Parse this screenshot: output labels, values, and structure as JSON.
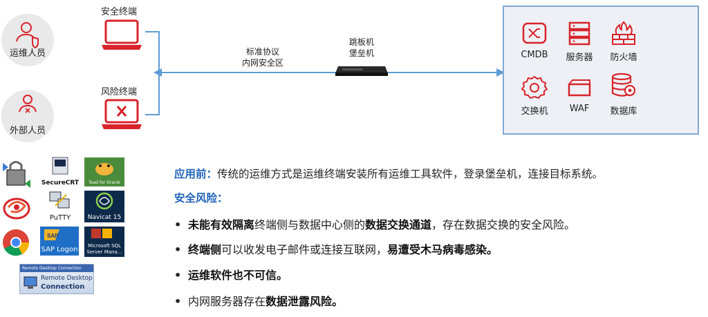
{
  "people": {
    "ops": "运维人员",
    "external": "外部人员"
  },
  "terminals": {
    "secure": "安全终端",
    "risk": "风险终端"
  },
  "link": {
    "line1": "标准协议",
    "line2": "内网安全区"
  },
  "jump_server": {
    "line1": "跳板机",
    "line2": "堡垒机"
  },
  "datacenter": {
    "items": [
      {
        "label": "CMDB",
        "icon": "cmdb-icon"
      },
      {
        "label": "服务器",
        "icon": "server-icon"
      },
      {
        "label": "防火墙",
        "icon": "firewall-icon"
      },
      {
        "label": "交换机",
        "icon": "switch-icon"
      },
      {
        "label": "WAF",
        "icon": "waf-icon"
      },
      {
        "label": "数据库",
        "icon": "database-icon"
      }
    ]
  },
  "software": {
    "securecrt": "SecureCRT",
    "toad": "Toad for Oracle",
    "putty": "PuTTY",
    "navicat": "Navicat 15",
    "sap": "SAP Logon",
    "mssql_1": "Microsoft SQL",
    "mssql_2": "Server Mana...",
    "rdc_title": "Remote Desktop Connection",
    "rdc_1": "Remote Desktop",
    "rdc_2": "Connection"
  },
  "text": {
    "before_label": "应用前：",
    "before_body": "传统的运维方式是运维终端安装所有运维工具软件，登录堡垒机，连接目标系统。",
    "risk_title": "安全风险：",
    "b1_bold": "未能有效隔离",
    "b1_mid": "终端侧与数据中心侧的",
    "b1_bold2": "数据交换通道",
    "b1_tail": "，存在数据交换的安全风险。",
    "b2_bold": "终端侧",
    "b2_mid": "可以收发电子邮件或连接互联网，",
    "b2_bold2": "易遭受木马病毒感染。",
    "b3_bold": "运维软件也不可信。",
    "b4_mid": "内网服务器存在",
    "b4_bold": "数据泄露风险。",
    "bullet": "•"
  },
  "colors": {
    "accent_red": "#d8232a",
    "arrow_blue": "#5b9bd5",
    "title_blue": "#1f63b8"
  }
}
